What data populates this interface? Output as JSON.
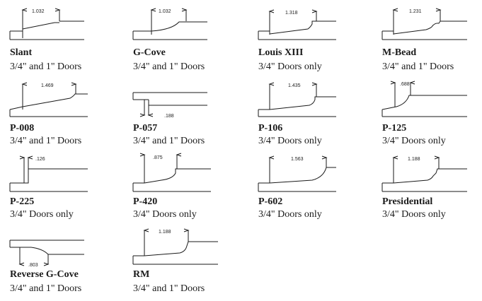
{
  "profiles": [
    {
      "name": "Slant",
      "dimension": "1.032",
      "doors": "3/4\" and 1\" Doors"
    },
    {
      "name": "G-Cove",
      "dimension": "1.032",
      "doors": "3/4\" and 1\" Doors"
    },
    {
      "name": "Louis XIII",
      "dimension": "1.318",
      "doors": "3/4\" Doors only"
    },
    {
      "name": "M-Bead",
      "dimension": "1.231",
      "doors": "3/4\" and 1\" Doors"
    },
    {
      "name": "P-008",
      "dimension": "1.469",
      "doors": "3/4\" and 1\" Doors"
    },
    {
      "name": "P-057",
      "dimension": ".188",
      "doors": "3/4\" and 1\" Doors"
    },
    {
      "name": "P-106",
      "dimension": "1.435",
      "doors": "3/4\" Doors only"
    },
    {
      "name": "P-125",
      "dimension": ".688",
      "doors": "3/4\" Doors only"
    },
    {
      "name": "P-225",
      "dimension": ".126",
      "doors": "3/4\" Doors only"
    },
    {
      "name": "P-420",
      "dimension": ".875",
      "doors": "3/4\" Doors only"
    },
    {
      "name": "P-602",
      "dimension": "1.563",
      "doors": "3/4\" Doors only"
    },
    {
      "name": "Presidential",
      "dimension": "1.188",
      "doors": "3/4\" Doors only"
    },
    {
      "name": "Reverse G-Cove",
      "dimension": ".803",
      "doors": "3/4\" and 1\" Doors"
    },
    {
      "name": "RM",
      "dimension": "1.188",
      "doors": "3/4\" and 1\" Doors"
    }
  ]
}
